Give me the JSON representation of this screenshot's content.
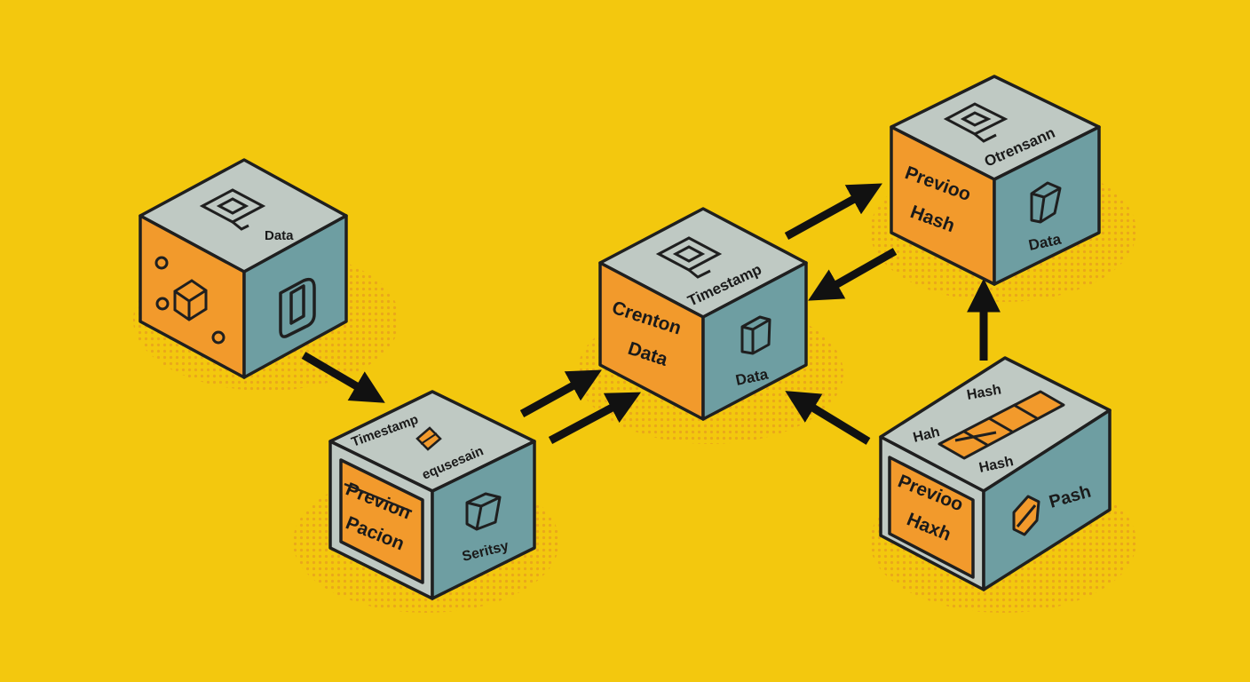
{
  "colors": {
    "background": "#F3C80E",
    "top_face": "#BFC9C3",
    "left_face": "#F29A2C",
    "right_face": "#6E9EA2",
    "outline": "#1f1f1f",
    "arrow": "#111111"
  },
  "blocks": {
    "b1": {
      "top_label": "Data",
      "left_icon": "cube-with-dots-icon",
      "right_icon": "hook-glyph-icon",
      "top_icon": "document-icon"
    },
    "b2": {
      "top_label_1": "Timestamp",
      "top_label_2": "equsesain",
      "left_line_1": "Previon",
      "left_line_2": "Pacion",
      "right_label": "Seritsy",
      "right_icon": "prism-icon",
      "top_icon": "diamond-icon"
    },
    "b3": {
      "top_label": "Timestamp",
      "left_line_1": "Crenton",
      "left_line_2": "Data",
      "right_label": "Data",
      "right_icon": "prism-icon",
      "top_icon": "document-icon"
    },
    "b4": {
      "top_label": "Otrensann",
      "left_line_1": "Previoo",
      "left_line_2": "Hash",
      "right_label": "Data",
      "right_icon": "prism-icon",
      "top_icon": "document-icon"
    },
    "b5": {
      "top_label_1": "Hah",
      "top_label_2": "Hash",
      "top_label_3": "Hash",
      "left_line_1": "Previoo",
      "left_line_2": "Haxh",
      "right_label": "Pash",
      "right_icon": "hexagon-icon",
      "top_icon": "segmented-bar-icon"
    }
  },
  "arrows": [
    {
      "from": "b1",
      "to": "b2"
    },
    {
      "from": "b2",
      "to": "b3"
    },
    {
      "from": "b2",
      "to": "b3"
    },
    {
      "from": "b3",
      "to": "b4"
    },
    {
      "from": "b4",
      "to": "b3"
    },
    {
      "from": "b5",
      "to": "b3"
    },
    {
      "from": "b5",
      "to": "b4"
    }
  ]
}
